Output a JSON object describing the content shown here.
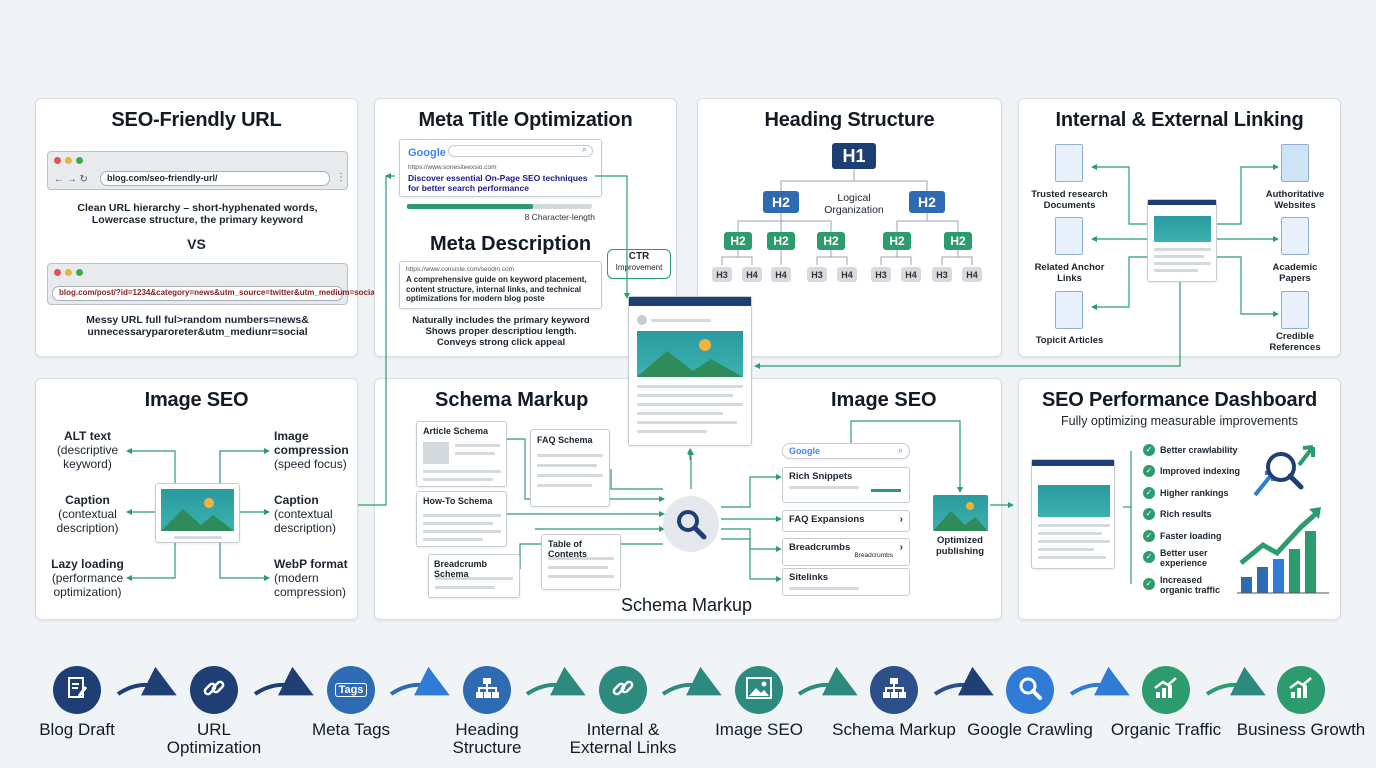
{
  "panels": {
    "url": {
      "title": "SEO-Friendly URL",
      "good_url": "blog.com/seo-friendly-url/",
      "good_desc": "Clean URL hierarchy – short-hyphenated words, Lowercase structure, the primary keyword",
      "vs": "VS",
      "bad_url": "blog.com/post/?id=1234&category=news&utm_source=twitter&utm_medium=social",
      "bad_desc": "Messy URL full ful>random numbers=news& unnecessaryparoreter&utm_mediunr=social"
    },
    "meta": {
      "title": "Meta Title Optimization",
      "google": "Google",
      "serp_url": "https://www.sonesiteexsio.com",
      "serp_title": "Discover essential On-Page SEO techniques for better search performance",
      "char_length": "8 Character-length",
      "desc_title": "Meta Description",
      "desc_url": "https://www.consiste.com/seodin.com",
      "desc_text": "A comprehensive guide on keyword placement, content structure, internal links, and technical optimizations for modern blog poste",
      "desc_notes": "Naturally includes the primary keyword Shows proper descriptiou length. Conveys strong click appeal",
      "ctr": "CTR",
      "ctr_sub": "Improvement"
    },
    "heading": {
      "title": "Heading Structure",
      "h1": "H1",
      "h2": "H2",
      "h3": "H3",
      "h4": "H4",
      "logical": "Logical Organization"
    },
    "linking": {
      "title": "Internal & External Linking",
      "left": [
        "Trusted research Documents",
        "Related Anchor Links",
        "Topicit Articles"
      ],
      "right": [
        "Authoritative Websites",
        "Academic Papers",
        "Credible References"
      ]
    },
    "image1": {
      "title": "Image SEO",
      "items": [
        {
          "title": "ALT text",
          "sub": "(descriptive keyword)"
        },
        {
          "title": "Image compression",
          "sub": "(speed focus)"
        },
        {
          "title": "Caption",
          "sub": "(contextual description)"
        },
        {
          "title": "Caption",
          "sub": "(contextual description)"
        },
        {
          "title": "Lazy loading",
          "sub": "(performance optimization)"
        },
        {
          "title": "WebP format",
          "sub": "(modern compression)"
        }
      ]
    },
    "schema": {
      "title": "Schema Markup",
      "title2": "Image SEO",
      "bottom": "Schema Markup",
      "cards": [
        "Article Schema",
        "FAQ Schema",
        "How-To Schema",
        "Table of Contents",
        "Breadcrumb Schema"
      ],
      "google": "Google",
      "results": [
        "Rich Snippets",
        "FAQ Expansions",
        "Breadcrumbs",
        "Sitelinks"
      ],
      "breadcrumb_sub": "Breadcrumbs",
      "publish": "Optimized publishing"
    },
    "dashboard": {
      "title": "SEO Performance Dashboard",
      "subtitle": "Fully optimizing measurable improvements",
      "items": [
        "Better crawlability",
        "Improved indexing",
        "Higher rankings",
        "Rich results",
        "Faster loading",
        "Better user experience",
        "Increased organic traffic"
      ]
    }
  },
  "workflow": [
    {
      "label": "Blog Draft",
      "icon": "document-edit-icon",
      "color": "#1f3f74"
    },
    {
      "label": "URL Optimization",
      "icon": "link-icon",
      "color": "#1f3f74"
    },
    {
      "label": "Meta Tags",
      "icon": "tags-icon",
      "color": "#2f6bb2",
      "badge": "Tags"
    },
    {
      "label": "Heading Structure",
      "icon": "hierarchy-icon",
      "color": "#2f6bb2"
    },
    {
      "label": "Internal & External Links",
      "icon": "link-icon",
      "color": "#2c8a7e"
    },
    {
      "label": "Image SEO",
      "icon": "image-icon",
      "color": "#2c8a7e"
    },
    {
      "label": "Schema Markup",
      "icon": "hierarchy-icon",
      "color": "#2c4f8a"
    },
    {
      "label": "Google Crawling",
      "icon": "search-icon",
      "color": "#2f7bd6"
    },
    {
      "label": "Organic Traffic",
      "icon": "growth-chart-icon",
      "color": "#2c9b6d"
    },
    {
      "label": "Business Growth",
      "icon": "growth-chart-icon",
      "color": "#2c9b6d"
    }
  ],
  "colors": {
    "navy": "#1f3f74",
    "blue": "#2f6bb2",
    "green": "#2c9b6d",
    "teal": "#2a9a9e"
  }
}
